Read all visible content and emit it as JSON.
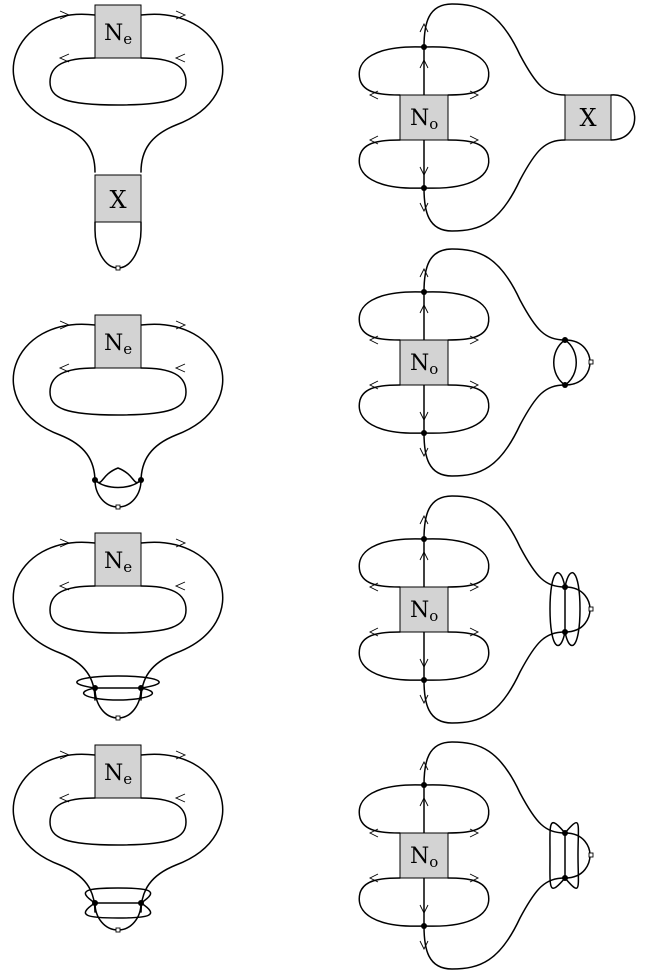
{
  "labels": {
    "even": "N",
    "even_sub": "e",
    "odd": "N",
    "odd_sub": "o",
    "x": "X"
  },
  "panels": [
    {
      "left": "even-x",
      "right": "odd-x"
    },
    {
      "left": "even-bubble",
      "right": "odd-bubble"
    },
    {
      "left": "even-loop",
      "right": "odd-loop"
    },
    {
      "left": "even-twist",
      "right": "odd-twist"
    }
  ]
}
